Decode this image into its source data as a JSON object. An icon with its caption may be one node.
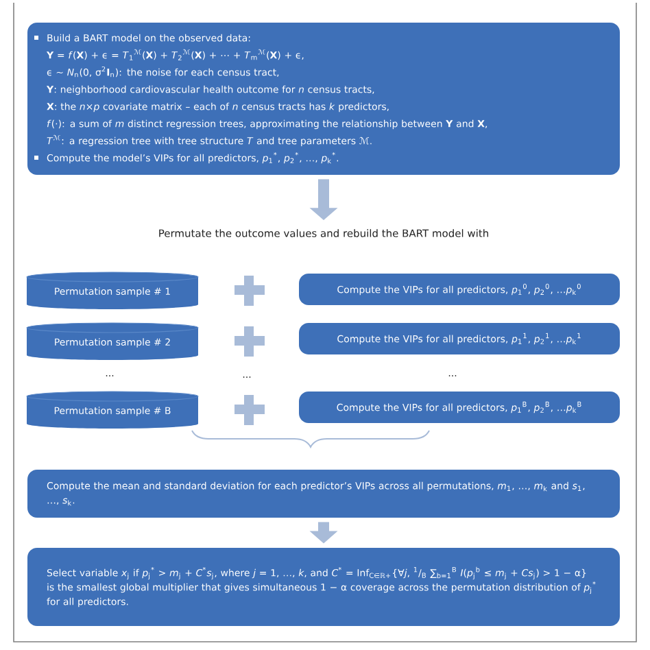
{
  "diagram": {
    "nodes": [
      {
        "text": [
          "Build a BART model on the observed data:",
          "**Y** = *f*(**X**) + ϵ = *T*$_{1}$$^{ℳ}$(**X**) + *T*$_{2}$$^{ℳ}$(**X**) + ⋯ + *T*$_{m}$$^{ℳ}$(**X**) + ϵ,",
          "ϵ ∼ *N*$_{n}$(0, σ$^{2}$**I**$_{n}$): the noise for each census tract,",
          "**Y**: neighborhood cardiovascular health outcome for *n* census tracts,",
          "**X**: the *n*×*p* covariate matrix – each of *n* census tracts has *k* predictors,",
          "*f*(·): a sum of *m* distinct regression trees, approximating the relationship between **Y** and **X**,",
          "*T*$^{ℳ}$: a regression tree with tree structure *T* and tree parameters ℳ.",
          "Compute the model’s VIPs for all predictors, *p*$_{1}$$^{*}$, *p*$_{2}$$^{*}$, …, *p*$_{k}$$^{*}$."
        ]
      },
      {
        "text": [
          "Permutate the outcome values and rebuild the BART model with"
        ]
      },
      {
        "text": [
          "Permutation sample # 1"
        ]
      },
      {
        "text": [
          "Permutation sample # 2"
        ]
      },
      {
        "text": [
          "Permutation sample # B"
        ]
      },
      {
        "text": [
          "Compute the VIPs for all predictors, *p*$_{1}$$^{0}$, *p*$_{2}$$^{0}$, …*p*$_{k}$$^{0}$"
        ]
      },
      {
        "text": [
          "Compute the VIPs for all predictors, *p*$_{1}$$^{1}$, *p*$_{2}$$^{1}$, …*p*$_{k}$$^{1}$"
        ]
      },
      {
        "text": [
          "Compute the VIPs for all predictors, *p*$_{1}$$^{B}$, *p*$_{2}$$^{B}$, …*p*$_{k}$$^{B}$"
        ]
      },
      {
        "text": [
          "Compute the mean and standard deviation for each predictor’s VIPs across all permutations, *m*$_{1}$, …, *m*$_{k}$ and *s*$_{1}$, …, *s*$_{k}$."
        ]
      },
      {
        "text": [
          "Select variable *x*$_{j}$ if *p*$_{j}$$^{*}$ > *m*$_{j}$ + *C*$^{*}$*s*$_{j}$, where *j* = 1, …, *k*, and *C*$^{*}$ = Inf$_{C∈ℝ+}${∀*j*, $^{1}$/$_{B}$ ∑$_{b=1}$$^{B}$ *I*(*p*$_{j}$$^{b}$ ≤ *m*$_{j}$ + *Cs*$_{j}$) > 1 − α} is the smallest global multiplier that gives simultaneous 1 − α coverage across the permutation distribution of *p*$_{j}$$^{*}$ for all predictors."
        ]
      }
    ],
    "edges": [
      {
        "from": 0,
        "to": 1,
        "arrow": "to"
      },
      {
        "from": 8,
        "to": 9,
        "arrow": "to"
      }
    ],
    "labels": [
      "...",
      "...",
      "..."
    ]
  }
}
